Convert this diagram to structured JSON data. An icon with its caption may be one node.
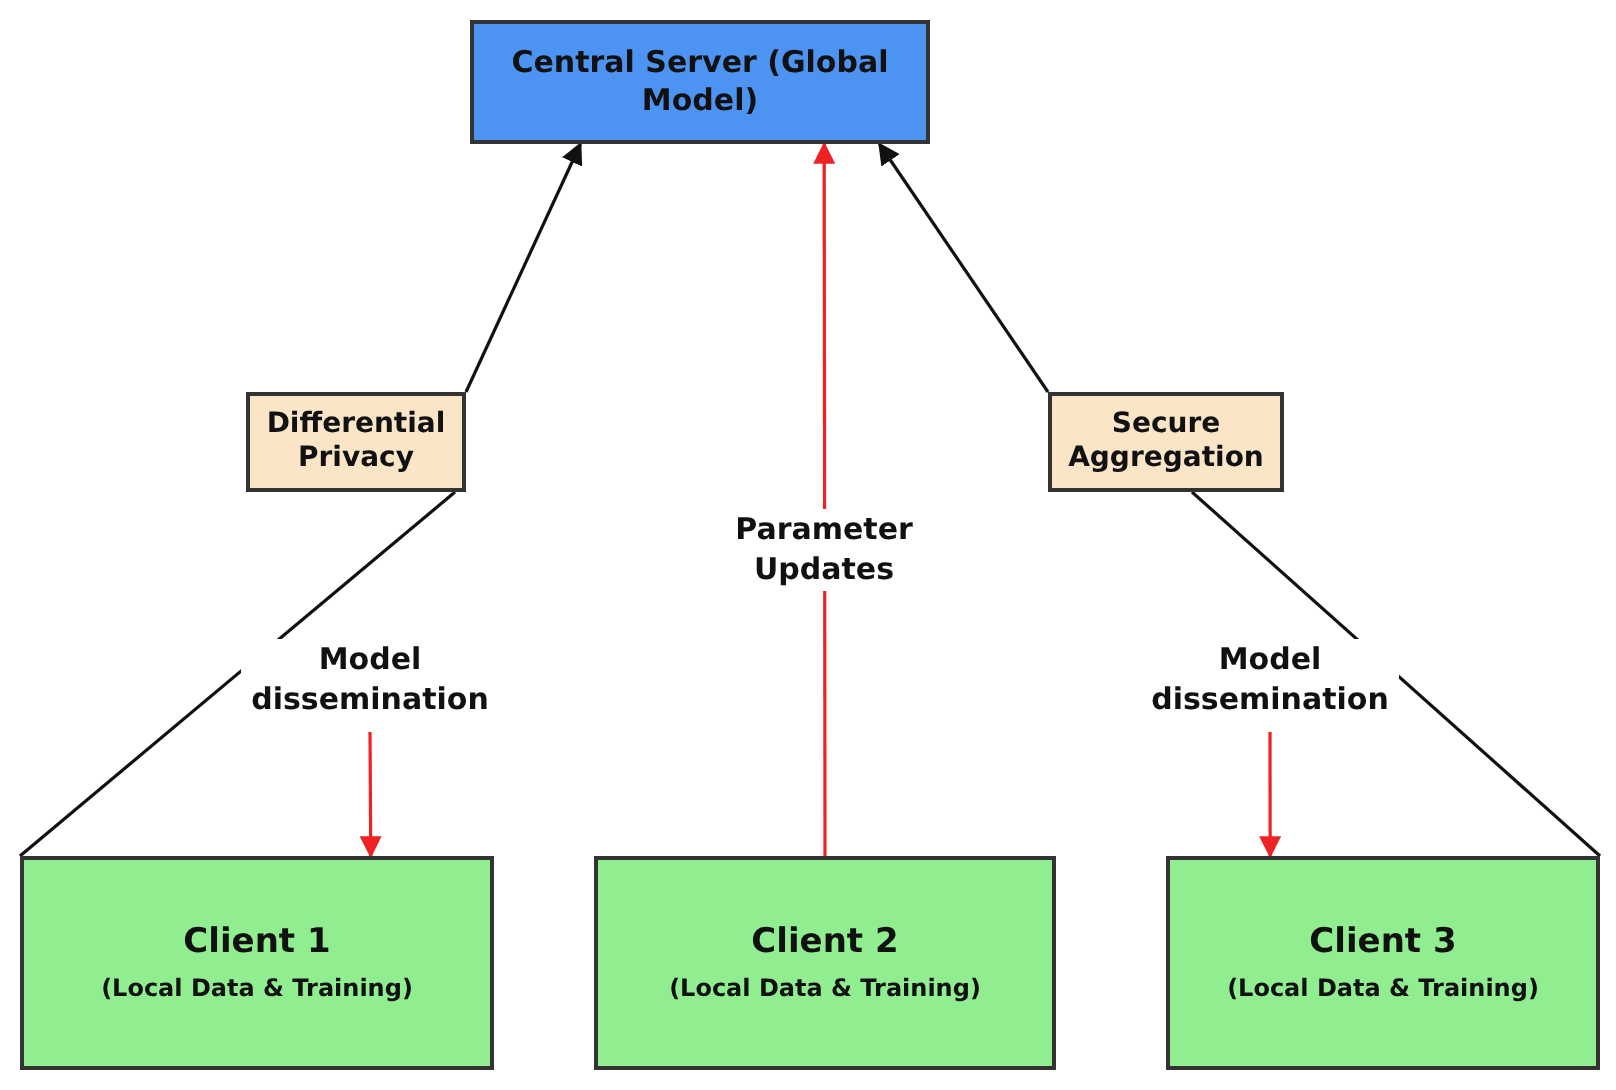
{
  "diagram": {
    "nodes": [
      {
        "text": [
          "Central Server (Global Model)"
        ]
      },
      {
        "text": [
          "Differential Privacy"
        ]
      },
      {
        "text": [
          "Secure Aggregation"
        ]
      },
      {
        "text": [
          "Client 1",
          "(Local Data & Training)"
        ]
      },
      {
        "text": [
          "Client 2",
          "(Local Data & Training)"
        ]
      },
      {
        "text": [
          "Client 3",
          "(Local Data & Training)"
        ]
      }
    ],
    "edges": [
      {
        "from": 3,
        "to": 1,
        "arrow": "none"
      },
      {
        "from": 1,
        "to": 0,
        "arrow": "to"
      },
      {
        "from": 4,
        "to": 0,
        "arrow": "to",
        "label": "Parameter Updates",
        "color": "#ee2222"
      },
      {
        "from": null,
        "to": 3,
        "arrow": "to",
        "label": "Model dissemination",
        "color": "#ee2222"
      },
      {
        "from": 5,
        "to": 2,
        "arrow": "none"
      },
      {
        "from": 2,
        "to": 0,
        "arrow": "to"
      },
      {
        "from": null,
        "to": 5,
        "arrow": "to",
        "label": "Model dissemination",
        "color": "#ee2222"
      }
    ]
  }
}
